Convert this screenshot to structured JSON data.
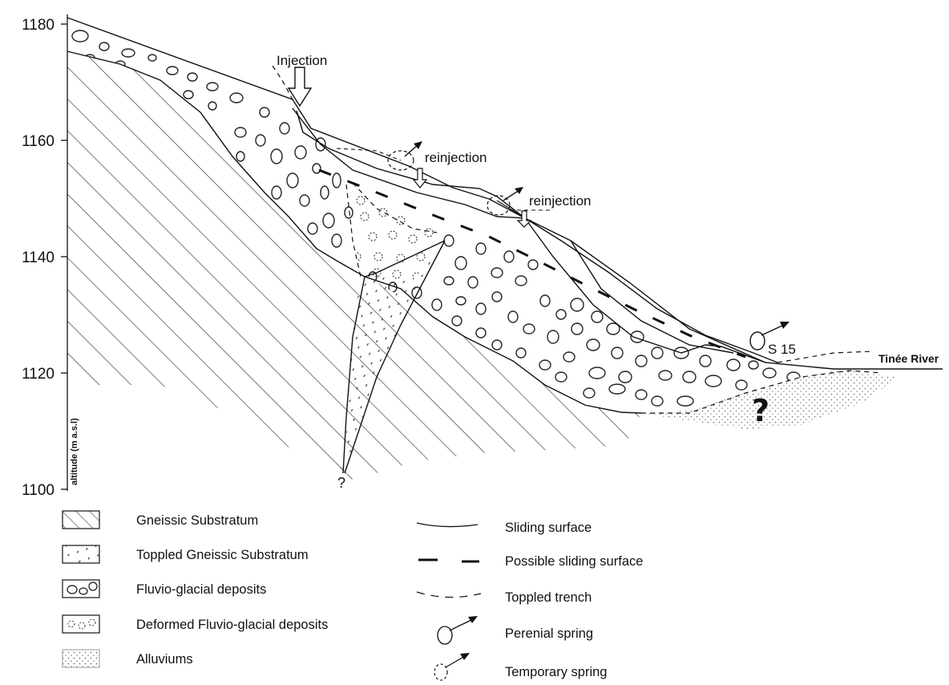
{
  "y_axis": {
    "label": "altitude (m a.s.l)",
    "ticks": [
      "1180",
      "1160",
      "1140",
      "1120",
      "1100"
    ]
  },
  "annotations": {
    "injection": "Injection",
    "reinjection_1": "reinjection",
    "reinjection_2": "reinjection",
    "spring_label": "S 15",
    "river": "Tinée River",
    "question_big": "?",
    "question_small": "?"
  },
  "legend": {
    "left": [
      {
        "pattern": "gneissic-substratum",
        "label": "Gneissic Substratum"
      },
      {
        "pattern": "toppled-gneissic-substratum",
        "label": "Toppled Gneissic Substratum"
      },
      {
        "pattern": "fluvio-glacial-deposits",
        "label": "Fluvio-glacial deposits"
      },
      {
        "pattern": "deformed-fluvio-glacial-deposits",
        "label": "Deformed Fluvio-glacial deposits"
      },
      {
        "pattern": "alluviums",
        "label": "Alluviums"
      }
    ],
    "right": [
      {
        "symbol": "solid-line",
        "label": "Sliding surface"
      },
      {
        "symbol": "long-dash-line",
        "label": "Possible sliding surface"
      },
      {
        "symbol": "short-dash-line",
        "label": "Toppled trench"
      },
      {
        "symbol": "solid-circle-arrow",
        "label": "Perenial spring"
      },
      {
        "symbol": "dashed-circle-arrow",
        "label": "Temporary spring"
      }
    ]
  }
}
